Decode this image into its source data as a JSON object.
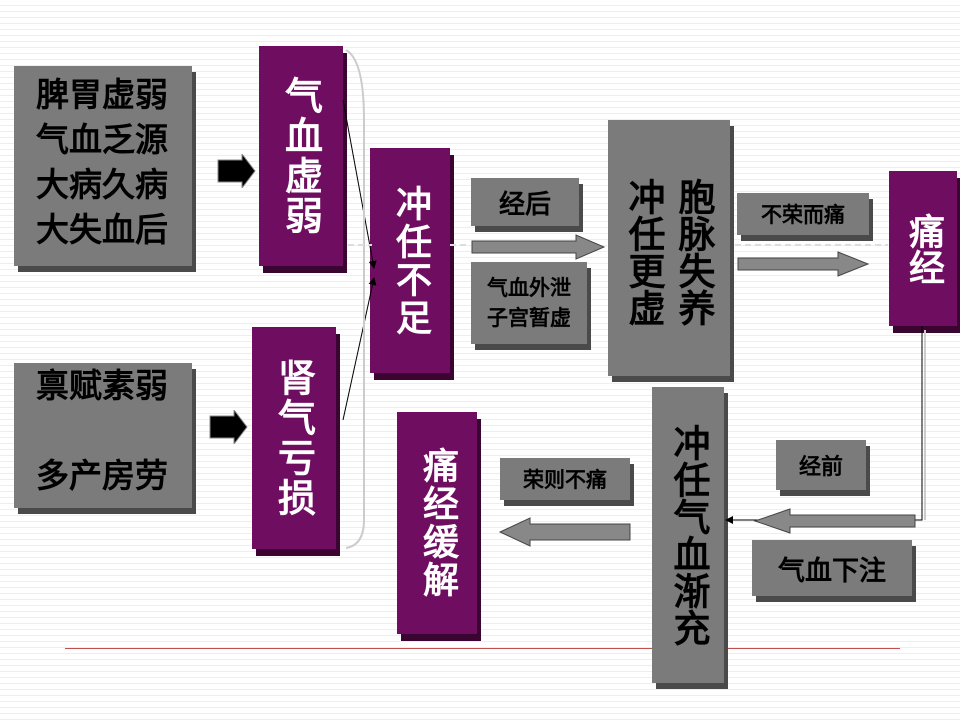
{
  "causes_top": "脾胃虚弱\n气血乏源\n大病久病\n大失血后",
  "causes_bottom": "禀赋素弱\n\n多产房劳",
  "qixue_xuruo": "气血虚弱",
  "shenqi_kuisun": "肾气亏损",
  "chongren_buzu": "冲任不足",
  "jinghou": "经后",
  "qixue_waixie": "气血外泄\n子宫暂虚",
  "chongren_gengxu": "冲任更虚",
  "baomai_shiyang": "胞脉失养",
  "burong_ertong": "不荣而痛",
  "tongjing": "痛经",
  "jingqian": "经前",
  "qixue_xiazhu": "气血下注",
  "chongren_qixue_jianchong": "冲任气血渐充",
  "rong_ze_butong": "荣则不痛",
  "tongjing_huanjie": "痛经缓解"
}
